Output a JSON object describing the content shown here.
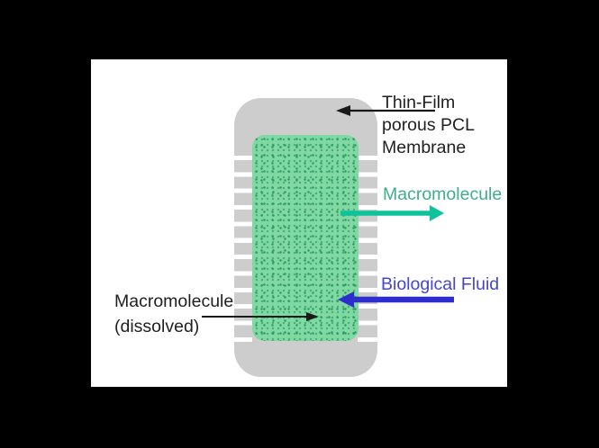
{
  "scene": {
    "background": "#000000",
    "canvas_background": "#ffffff",
    "description": "Schematic of a thin-film porous PCL membrane capsule releasing macromolecules"
  },
  "labels": {
    "membrane": {
      "line1": "Thin-Film",
      "line2": "porous PCL",
      "line3": "Membrane"
    },
    "macromolecule_out": "Macromolecule",
    "biological_fluid": "Biological Fluid",
    "macromolecule_dissolved": {
      "line1": "Macromolecule",
      "line2": "(dissolved)"
    }
  },
  "colors": {
    "membrane_gray": "#cdcdcd",
    "core_green": "#7ed9a2",
    "core_dot_green": "#2f9a63",
    "macromolecule_text": "#3fae87",
    "macromolecule_arrow": "#0ec39b",
    "biological_text": "#4646c8",
    "biological_arrow": "#2d2dd0",
    "label_text": "#1f1f1f"
  }
}
